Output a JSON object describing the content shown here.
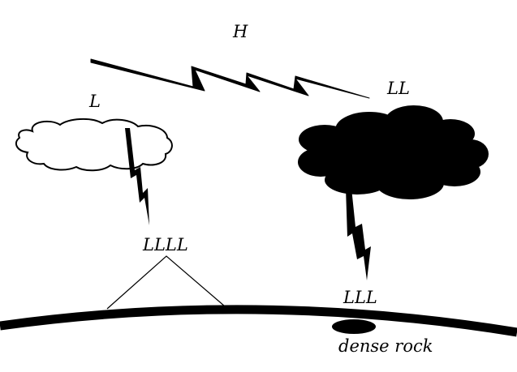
{
  "labels": {
    "h": "H",
    "l": "L",
    "ll": "LL",
    "lll": "LLL",
    "llll": "LLLL",
    "dense_rock": "dense rock"
  },
  "colors": {
    "ink": "#000000",
    "paper": "#ffffff"
  }
}
